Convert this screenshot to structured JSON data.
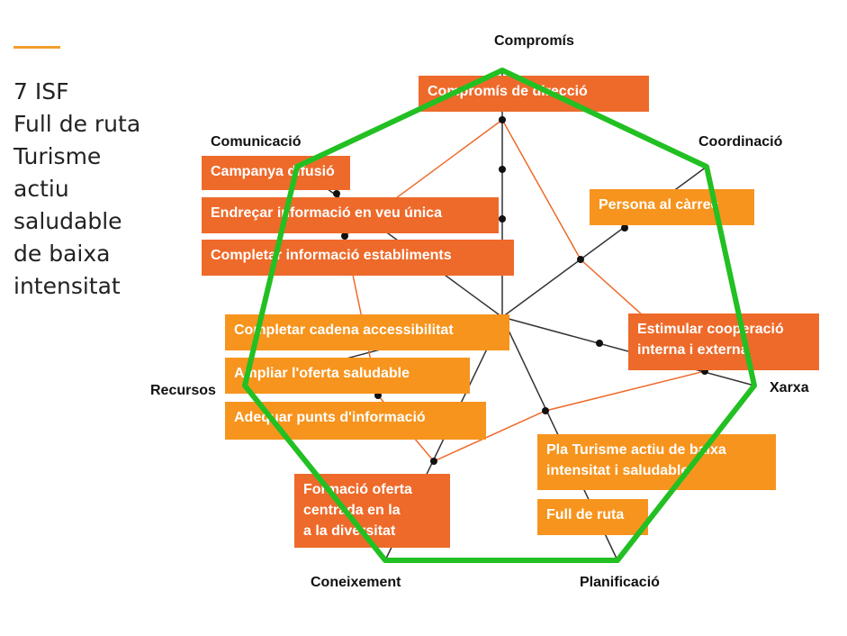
{
  "title_lines": [
    "7 ISF",
    "Full de ruta",
    "Turisme",
    "actiu",
    "saludable",
    "de baixa",
    "intensitat"
  ],
  "axes": {
    "compromis": "Compromís",
    "coordinacio": "Coordinació",
    "xarxa": "Xarxa",
    "planificacio": "Planificació",
    "coneixement": "Coneixement",
    "recursos": "Recursos",
    "comunicacio": "Comunicació"
  },
  "boxes": {
    "compromis_direccio": "Compromís de direcció",
    "campanya_difusio": "Campanya difusió",
    "endrecar_informacio": "Endreçar informació en veu única",
    "completar_informacio": "Completar informació establiments",
    "persona_carrec": "Persona al càrrec",
    "completar_cadena": "Completar cadena accessibilitat",
    "ampliar_oferta": "Ampliar l'oferta saludable",
    "adequar_punts": "Adequar punts d'informació",
    "estimular_cooperacio": [
      "Estimular cooperació",
      "interna i externa"
    ],
    "pla_turisme": [
      "Pla Turisme actiu de baixa",
      "intensitat i saludable"
    ],
    "full_ruta": "Full de ruta",
    "formacio": [
      "Formació oferta",
      "centrada en la",
      "a la diversitat"
    ]
  },
  "colors": {
    "outline": "#22c022",
    "red_box": "#ee6a2a",
    "orange_box": "#f7941d",
    "accent": "#f0a030",
    "axis_line": "#333333",
    "profile_line": "#ee6a2a"
  }
}
